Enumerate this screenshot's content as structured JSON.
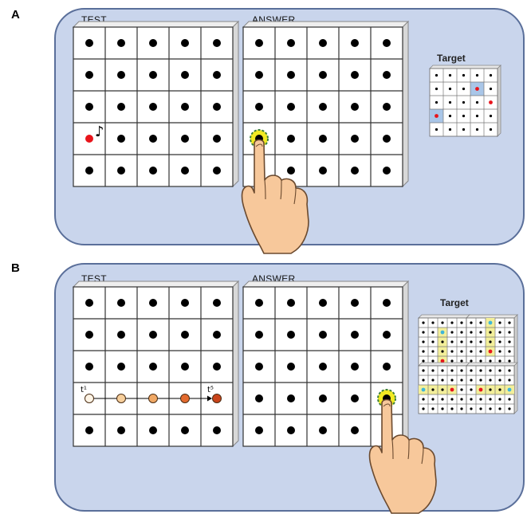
{
  "panels": [
    {
      "letter": "A",
      "test_label": "TEST",
      "answer_label": "ANSWER",
      "target_label": "Target",
      "note_glyph": "♪",
      "red_cell": [
        3,
        0
      ],
      "touched_cell": [
        3,
        0
      ],
      "target_highlight_cells": [
        [
          1,
          3
        ],
        [
          3,
          0
        ]
      ],
      "target_red_cells": [
        [
          1,
          3
        ],
        [
          3,
          0
        ],
        [
          2,
          4
        ]
      ]
    },
    {
      "letter": "B",
      "test_label": "TEST",
      "answer_label": "ANSWER",
      "target_label": "Target",
      "time_start_label": "t¹",
      "time_end_label": "t⁵",
      "sequence_row": 3,
      "sequence_colors": [
        "#fdf4e6",
        "#f7cf9c",
        "#f0a865",
        "#e36a2e",
        "#c9431a"
      ],
      "touched_cell": [
        3,
        4
      ]
    }
  ]
}
